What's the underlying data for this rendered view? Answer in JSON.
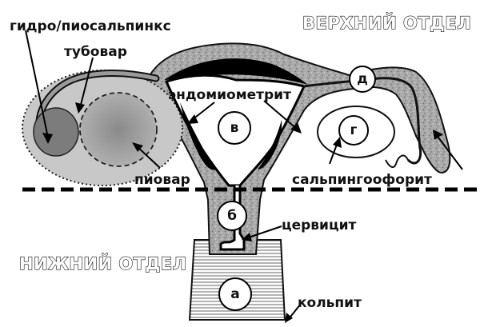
{
  "regions": {
    "upper": "ВЕРХНИЙ ОТДЕЛ",
    "lower": "НИЖНИЙ ОТДЕЛ"
  },
  "labels": {
    "hydro": "гидро/пиосальпинкс",
    "tubovar": "тубовар",
    "endomyo": "эндомиометрит",
    "piovar": "пиовар",
    "salpingo": "сальпингоофорит",
    "cervicitis": "цервицит",
    "colpitis": "кольпит"
  },
  "markers": {
    "a": "а",
    "b": "б",
    "v": "в",
    "g": "г",
    "d": "д"
  }
}
